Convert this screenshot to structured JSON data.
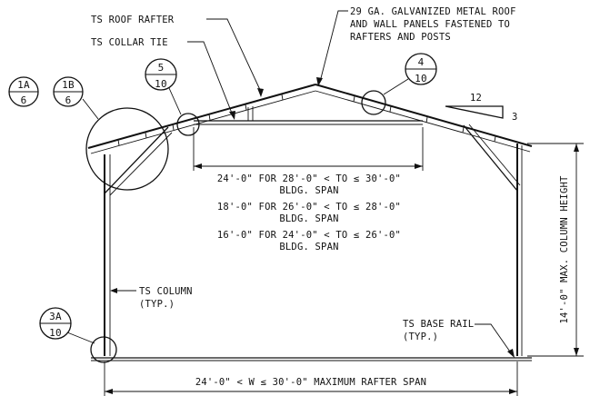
{
  "notes": {
    "roof_rafter": "TS ROOF RAFTER",
    "collar_tie": "TS COLLAR TIE",
    "metal_roof_line1": "29 GA. GALVANIZED METAL ROOF",
    "metal_roof_line2": "AND WALL PANELS FASTENED TO",
    "metal_roof_line3": "RAFTERS AND POSTS",
    "column_line1": "TS COLUMN",
    "column_line2": "(TYP.)",
    "base_rail_line1": "TS BASE RAIL",
    "base_rail_line2": "(TYP.)"
  },
  "collar_tie_lengths": [
    {
      "line1": "24'-0\" FOR 28'-0\" < TO ≤ 30'-0\"",
      "line2": "BLDG. SPAN"
    },
    {
      "line1": "18'-0\" FOR 26'-0\" < TO ≤ 28'-0\"",
      "line2": "BLDG. SPAN"
    },
    {
      "line1": "16'-0\" FOR 24'-0\" < TO ≤ 26'-0\"",
      "line2": "BLDG. SPAN"
    }
  ],
  "dimensions": {
    "span": "24'-0\" < W ≤ 30'-0\" MAXIMUM RAFTER SPAN",
    "column_height": "14'-0\" MAX. COLUMN HEIGHT",
    "pitch_run": "12",
    "pitch_rise": "3"
  },
  "detail_callouts": [
    {
      "detail": "1A",
      "sheet": "6"
    },
    {
      "detail": "1B",
      "sheet": "6"
    },
    {
      "detail": "5",
      "sheet": "10"
    },
    {
      "detail": "4",
      "sheet": "10"
    },
    {
      "detail": "3A",
      "sheet": "10"
    }
  ]
}
